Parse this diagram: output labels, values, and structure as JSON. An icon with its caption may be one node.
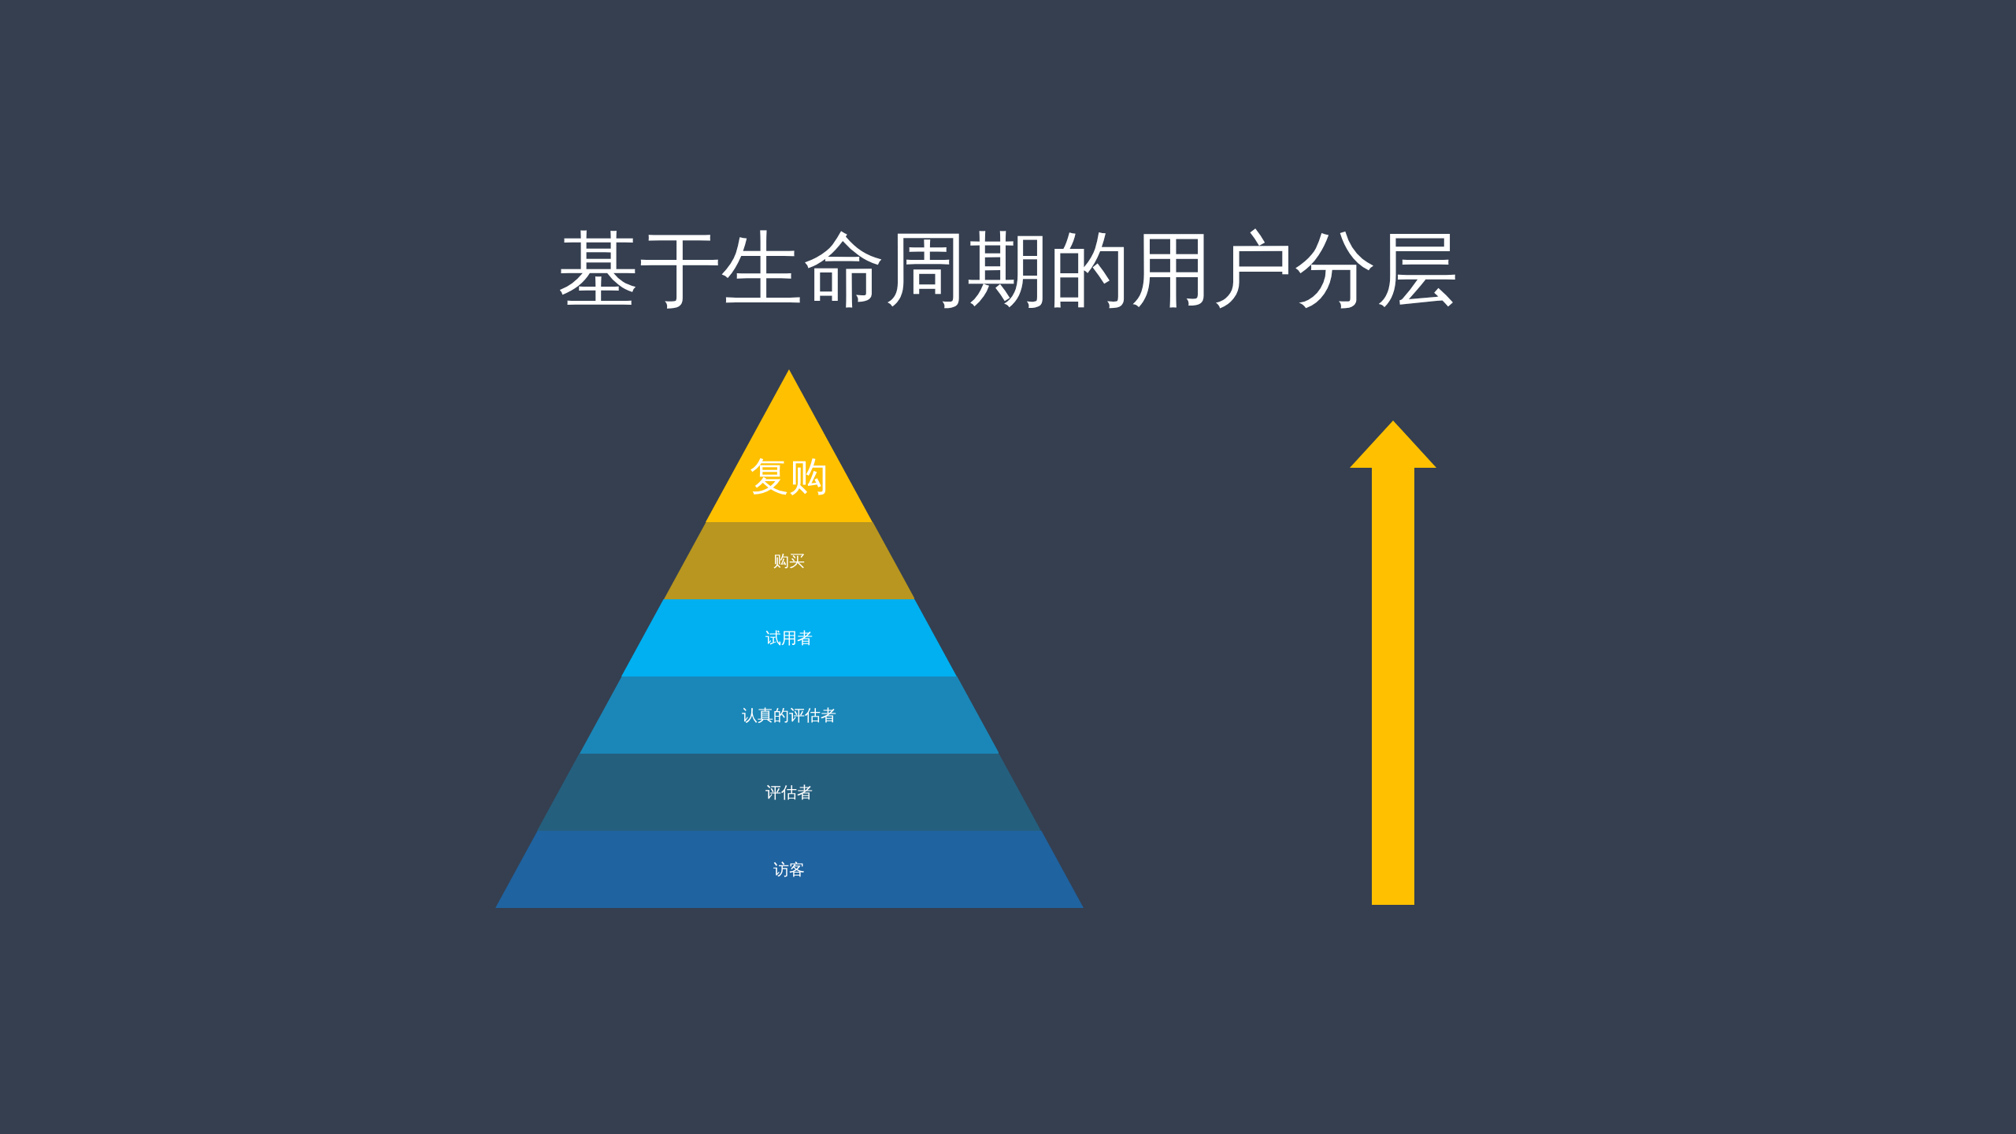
{
  "diagram": {
    "title": "基于生命周期的用户分层",
    "nodes": [
      {
        "text": [
          "复购"
        ]
      },
      {
        "text": [
          "购买"
        ]
      },
      {
        "text": [
          "试用者"
        ]
      },
      {
        "text": [
          "认真的评估者"
        ]
      },
      {
        "text": [
          "评估者"
        ]
      },
      {
        "text": [
          "访客"
        ]
      }
    ],
    "edges": []
  }
}
